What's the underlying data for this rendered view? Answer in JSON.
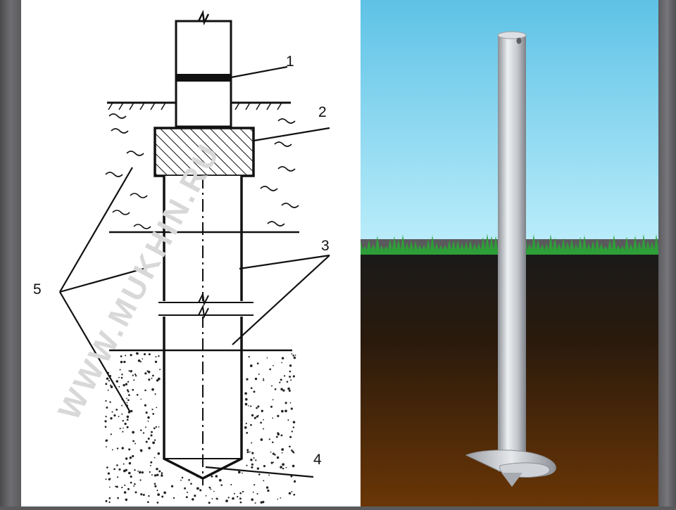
{
  "diagram": {
    "watermark": "WWW.MUKHIN.RU",
    "callouts": [
      {
        "id": "1",
        "label": "1"
      },
      {
        "id": "2",
        "label": "2"
      },
      {
        "id": "3",
        "label": "3"
      },
      {
        "id": "4",
        "label": "4"
      },
      {
        "id": "5",
        "label": "5"
      }
    ]
  },
  "colors": {
    "sky_top": "#5ec2e6",
    "sky_bottom": "#b9ecfa",
    "grass": "#2e9e38",
    "soil_top": "#1a1a1a",
    "soil_bottom": "#6a3606",
    "pile": "#c4c7cc",
    "frame": "#5a5a5c"
  }
}
